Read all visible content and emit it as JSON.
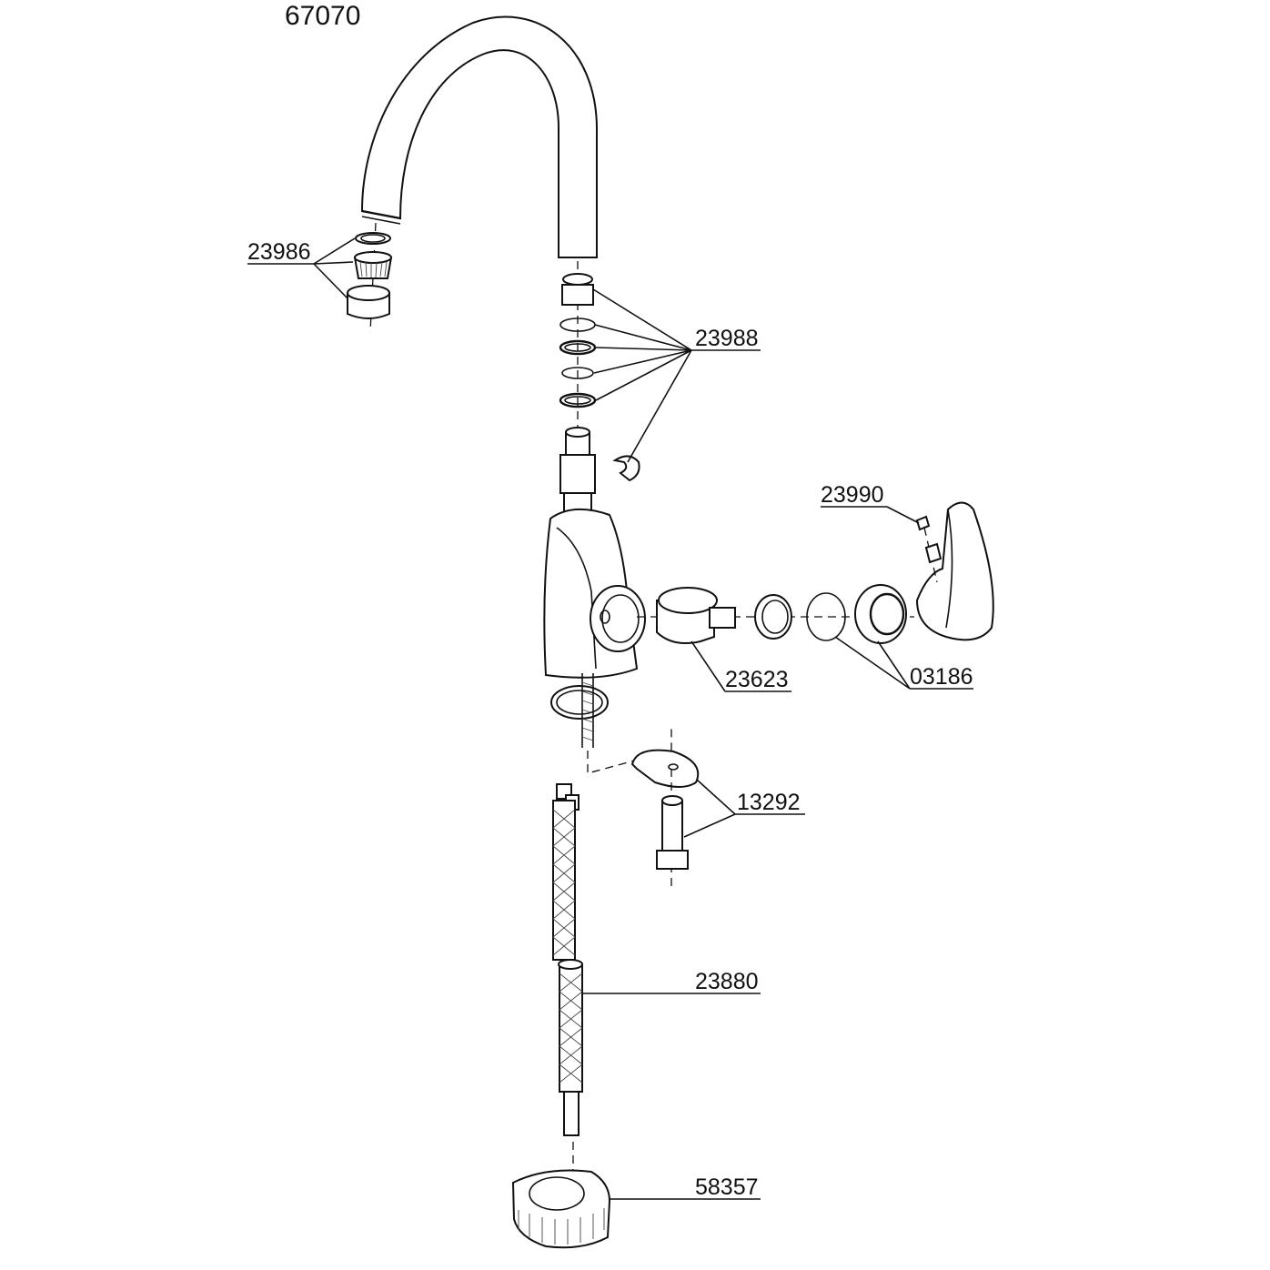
{
  "diagram": {
    "model_number": "67070",
    "parts": [
      {
        "id": "aerator",
        "number": "23986"
      },
      {
        "id": "spout-seals",
        "number": "23988"
      },
      {
        "id": "handle-screw",
        "number": "23990"
      },
      {
        "id": "cartridge",
        "number": "23623"
      },
      {
        "id": "cover-ring",
        "number": "03186"
      },
      {
        "id": "mounting-kit",
        "number": "13292"
      },
      {
        "id": "supply-hose",
        "number": "23880"
      },
      {
        "id": "base-ring",
        "number": "58357"
      }
    ]
  }
}
